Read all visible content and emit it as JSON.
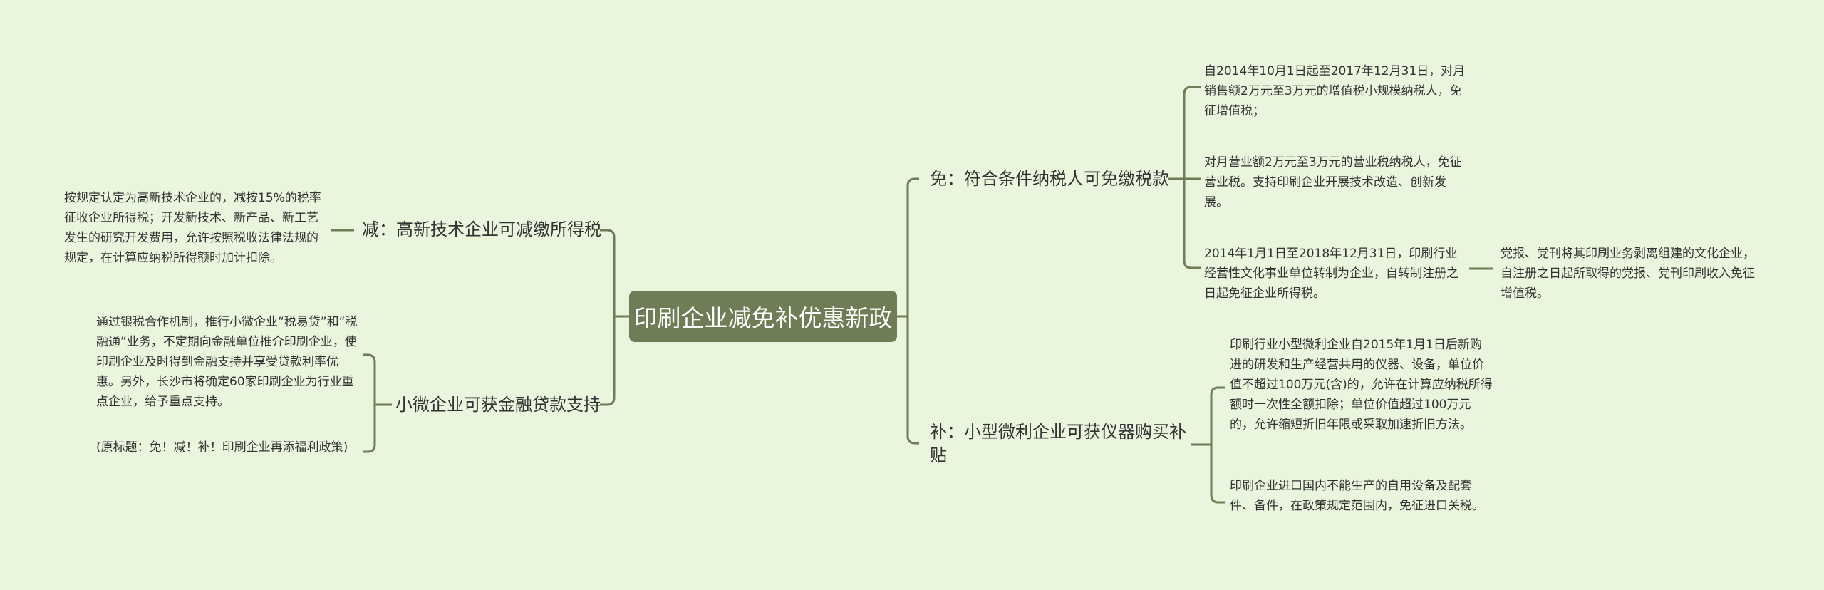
{
  "root": {
    "title": "印刷企业减免补优惠新政"
  },
  "left": [
    {
      "label": "减：高新技术企业可减缴所得税",
      "children": [
        "按规定认定为高新技术企业的，减按15%的税率征收企业所得税；开发新技术、新产品、新工艺发生的研究开发费用，允许按照税收法律法规的规定，在计算应纳税所得额时加计扣除。"
      ]
    },
    {
      "label": "小微企业可获金融贷款支持",
      "children": [
        "通过银税合作机制，推行小微企业“税易贷”和“税融通”业务，不定期向金融单位推介印刷企业，使印刷企业及时得到金融支持并享受贷款利率优惠。另外，长沙市将确定60家印刷企业为行业重点企业，给予重点支持。",
        "(原标题：免！减！补！印刷企业再添福利政策)"
      ]
    }
  ],
  "right": [
    {
      "label": "免：符合条件纳税人可免缴税款",
      "children": [
        "自2014年10月1日起至2017年12月31日，对月销售额2万元至3万元的增值税小规模纳税人，免征增值税；",
        "对月营业额2万元至3万元的营业税纳税人，免征营业税。支持印刷企业开展技术改造、创新发展。",
        "2014年1月1日至2018年12月31日，印刷行业经营性文化事业单位转制为企业，自转制注册之日起免征企业所得税。"
      ],
      "grandchild": "党报、党刊将其印刷业务剥离组建的文化企业，自注册之日起所取得的党报、党刊印刷收入免征增值税。"
    },
    {
      "label": "补：小型微利企业可获仪器购买补贴",
      "children": [
        "印刷行业小型微利企业自2015年1月1日后新购进的研发和生产经营共用的仪器、设备，单位价值不超过100万元(含)的，允许在计算应纳税所得额时一次性全额扣除；单位价值超过100万元的，允许缩短折旧年限或采取加速折旧方法。",
        "印刷企业进口国内不能生产的自用设备及配套件、备件，在政策规定范围内，免征进口关税。"
      ]
    }
  ]
}
